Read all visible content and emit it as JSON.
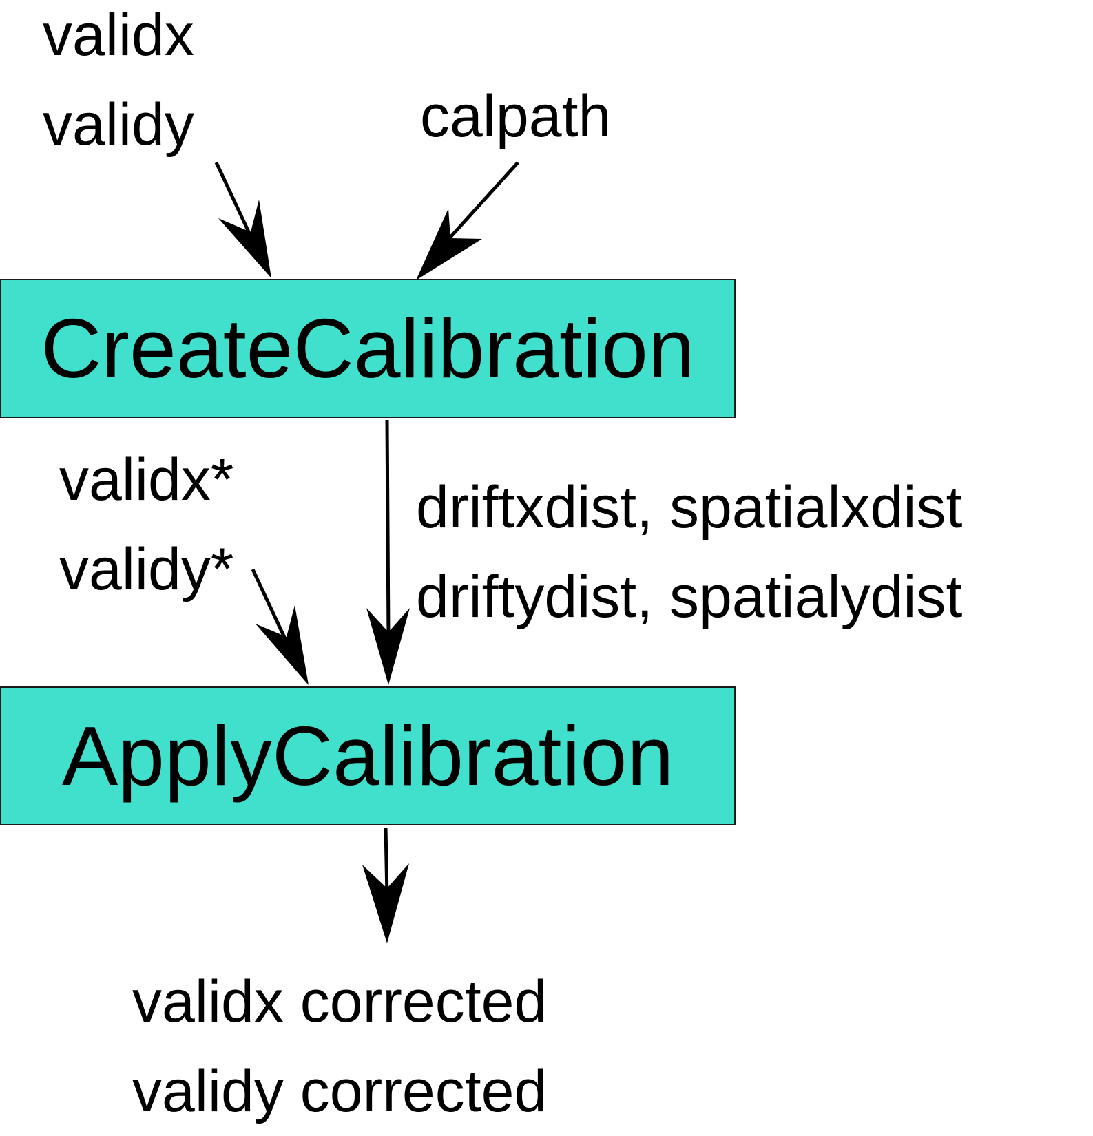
{
  "colors": {
    "box_fill": "#40E0CD",
    "box_border": "#1a1a1a",
    "line": "#000000"
  },
  "inputs_top": {
    "line1": "validx",
    "line2": "validy"
  },
  "calpath": "calpath",
  "create_box": {
    "label": "CreateCalibration"
  },
  "inputs_mid": {
    "line1": "validx*",
    "line2": "validy*"
  },
  "dist": {
    "line1": "driftxdist, spatialxdist",
    "line2": "driftydist, spatialydist"
  },
  "apply_box": {
    "label": "ApplyCalibration"
  },
  "outputs": {
    "line1": "validx corrected",
    "line2": "validy corrected"
  }
}
